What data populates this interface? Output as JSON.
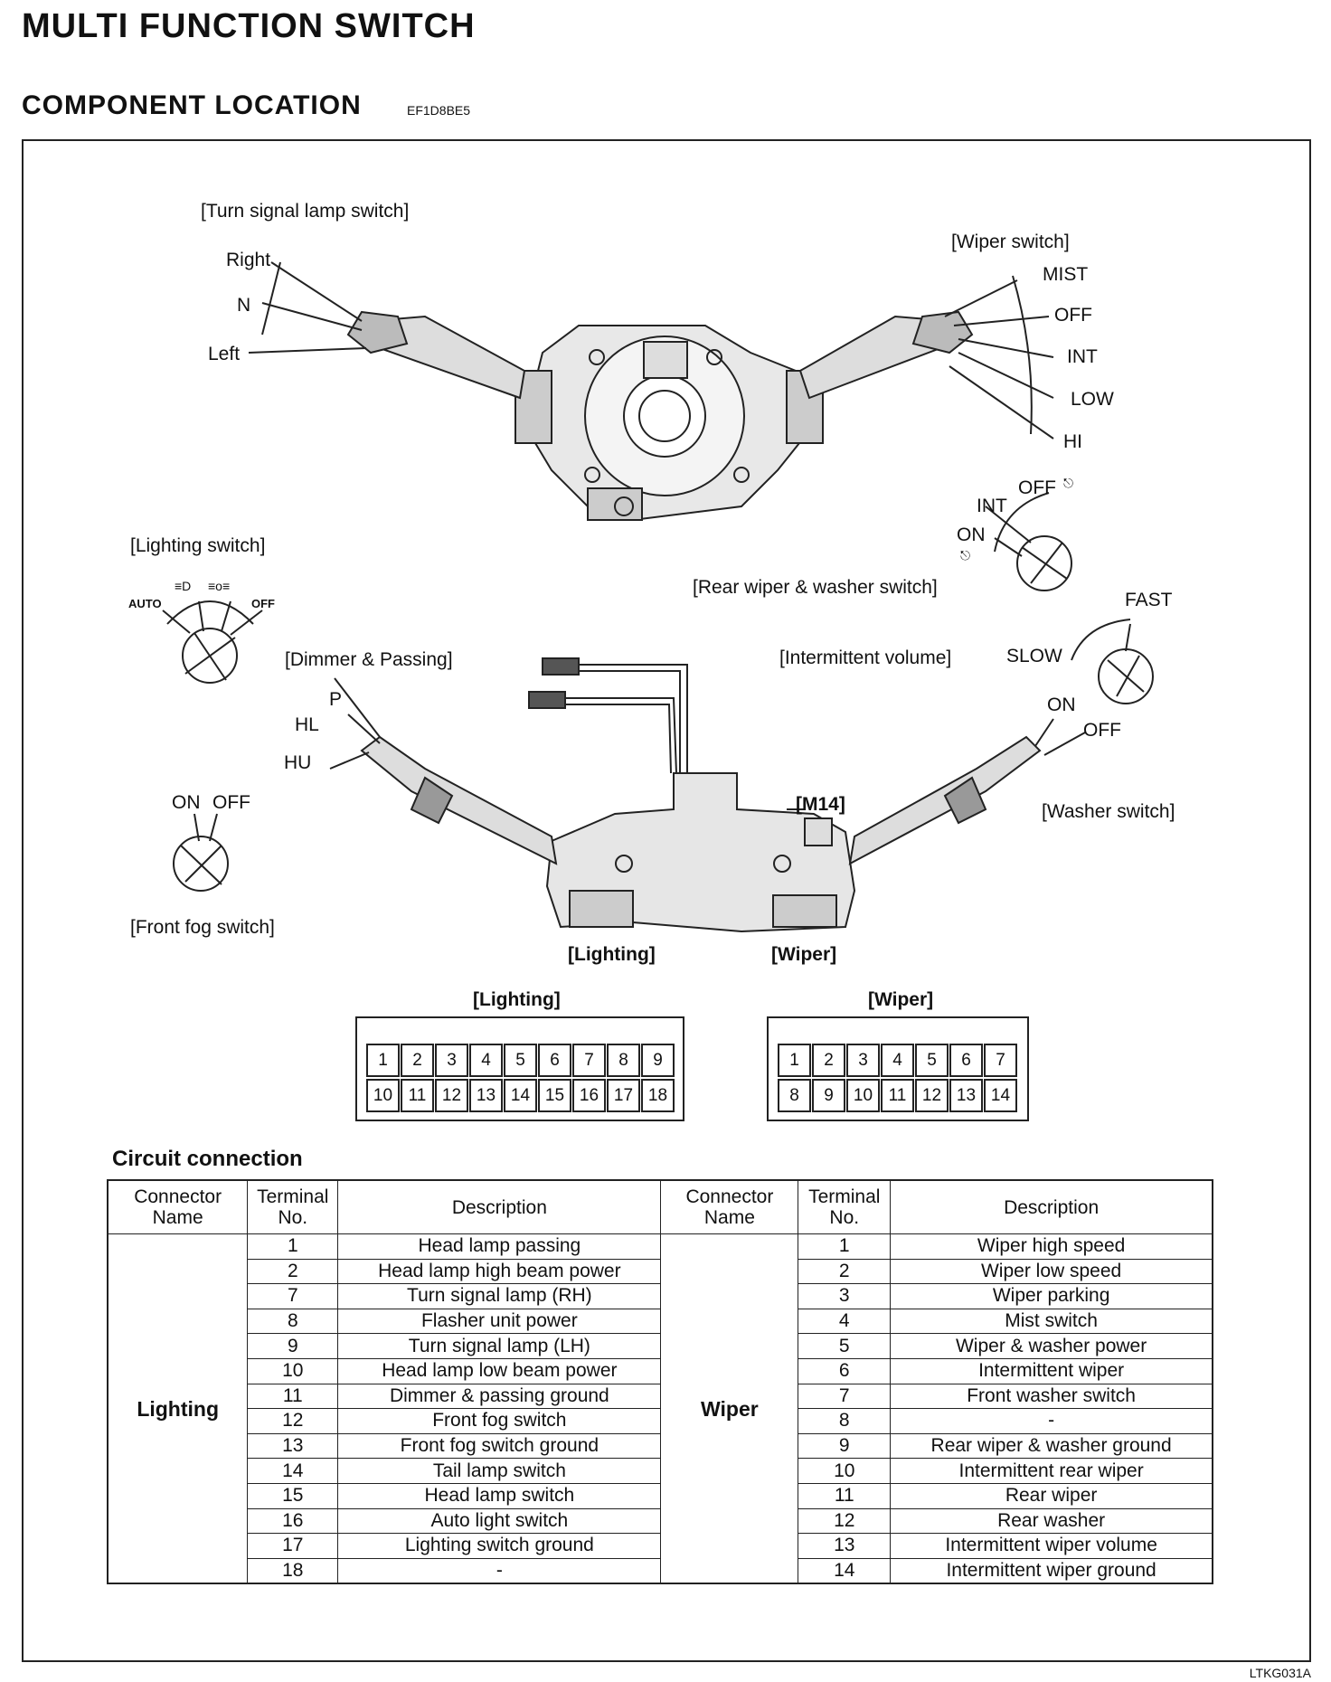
{
  "header": {
    "title": "MULTI FUNCTION SWITCH",
    "subtitle": "COMPONENT LOCATION",
    "code": "EF1D8BE5",
    "figure_id": "LTKG031A"
  },
  "upper_switch": {
    "turn_signal": {
      "title": "[Turn signal lamp switch]",
      "right": "Right",
      "neutral": "N",
      "left": "Left"
    },
    "wiper": {
      "title": "[Wiper switch]",
      "mist": "MIST",
      "off": "OFF",
      "int": "INT",
      "low": "LOW",
      "hi": "HI"
    }
  },
  "lighting_switch": {
    "title": "[Lighting switch]",
    "auto": "AUTO",
    "off": "OFF"
  },
  "rear_wiper": {
    "title": "[Rear wiper & washer switch]",
    "int": "INT",
    "off": "OFF",
    "on": "ON"
  },
  "intermittent_volume": {
    "title": "[Intermittent volume]",
    "fast": "FAST",
    "slow": "SLOW"
  },
  "dimmer": {
    "title": "[Dimmer & Passing]",
    "p": "P",
    "hl": "HL",
    "hu": "HU"
  },
  "washer": {
    "title": "[Washer switch]",
    "on": "ON",
    "off": "OFF"
  },
  "front_fog": {
    "title": "[Front fog switch]",
    "on": "ON",
    "off": "OFF"
  },
  "lower_switch": {
    "m14": "[M14]",
    "lighting": "[Lighting]",
    "wiper": "[Wiper]"
  },
  "connectors": {
    "lighting": {
      "title": "[Lighting]",
      "top": [
        "1",
        "2",
        "3",
        "4",
        "5",
        "6",
        "7",
        "8",
        "9"
      ],
      "bottom": [
        "10",
        "11",
        "12",
        "13",
        "14",
        "15",
        "16",
        "17",
        "18"
      ]
    },
    "wiper": {
      "title": "[Wiper]",
      "top": [
        "1",
        "2",
        "3",
        "4",
        "5",
        "6",
        "7"
      ],
      "bottom": [
        "8",
        "9",
        "10",
        "11",
        "12",
        "13",
        "14"
      ]
    }
  },
  "circuit": {
    "title": "Circuit connection",
    "headers": {
      "connector": "Connector Name",
      "terminal": "Terminal No.",
      "description": "Description"
    },
    "lighting": {
      "name": "Lighting",
      "rows": [
        [
          "1",
          "Head lamp passing"
        ],
        [
          "2",
          "Head lamp high beam power"
        ],
        [
          "7",
          "Turn signal lamp (RH)"
        ],
        [
          "8",
          "Flasher unit power"
        ],
        [
          "9",
          "Turn signal lamp (LH)"
        ],
        [
          "10",
          "Head lamp low beam power"
        ],
        [
          "11",
          "Dimmer & passing ground"
        ],
        [
          "12",
          "Front fog switch"
        ],
        [
          "13",
          "Front fog switch ground"
        ],
        [
          "14",
          "Tail lamp switch"
        ],
        [
          "15",
          "Head lamp switch"
        ],
        [
          "16",
          "Auto light switch"
        ],
        [
          "17",
          "Lighting switch ground"
        ],
        [
          "18",
          "-"
        ]
      ]
    },
    "wiper": {
      "name": "Wiper",
      "rows": [
        [
          "1",
          "Wiper high speed"
        ],
        [
          "2",
          "Wiper low speed"
        ],
        [
          "3",
          "Wiper parking"
        ],
        [
          "4",
          "Mist switch"
        ],
        [
          "5",
          "Wiper & washer power"
        ],
        [
          "6",
          "Intermittent wiper"
        ],
        [
          "7",
          "Front washer switch"
        ],
        [
          "8",
          "-"
        ],
        [
          "9",
          "Rear wiper & washer ground"
        ],
        [
          "10",
          "Intermittent rear wiper"
        ],
        [
          "11",
          "Rear wiper"
        ],
        [
          "12",
          "Rear washer"
        ],
        [
          "13",
          "Intermittent wiper volume"
        ],
        [
          "14",
          "Intermittent wiper ground"
        ]
      ]
    }
  }
}
